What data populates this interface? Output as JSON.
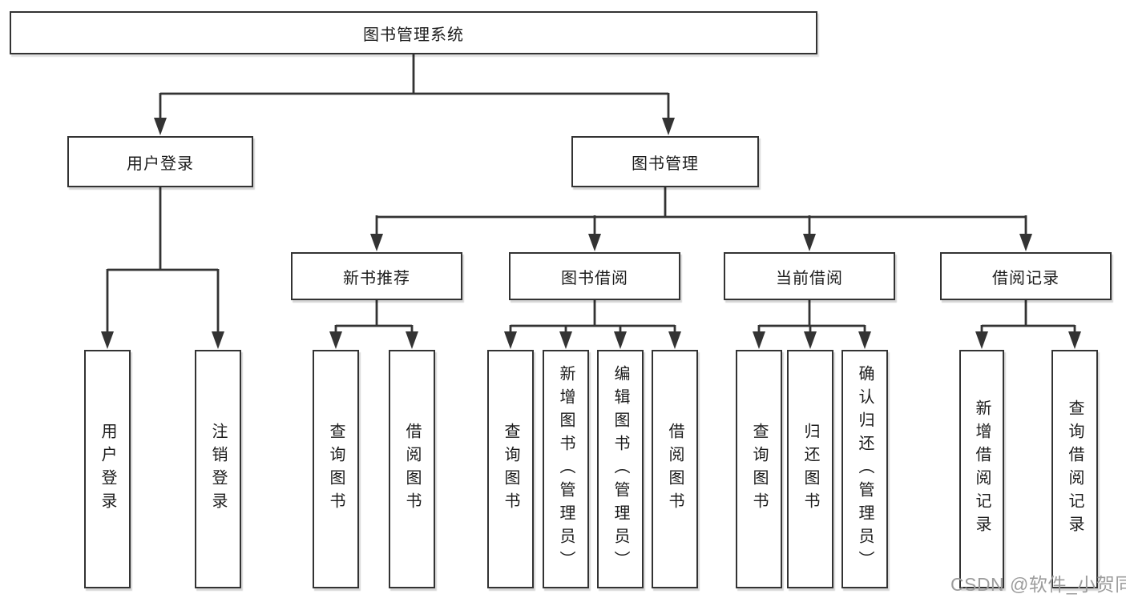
{
  "diagram_title": "图书管理系统",
  "tree": {
    "root": {
      "label": "图书管理系统"
    },
    "branches": [
      {
        "label": "用户登录",
        "children": [
          {
            "label": "用户登录"
          },
          {
            "label": "注销登录"
          }
        ]
      },
      {
        "label": "图书管理",
        "children": [
          {
            "label": "新书推荐",
            "children": [
              {
                "label": "查询图书"
              },
              {
                "label": "借阅图书"
              }
            ]
          },
          {
            "label": "图书借阅",
            "children": [
              {
                "label": "查询图书"
              },
              {
                "label": "新增图书（管理员）"
              },
              {
                "label": "编辑图书（管理员）"
              },
              {
                "label": "借阅图书"
              }
            ]
          },
          {
            "label": "当前借阅",
            "children": [
              {
                "label": "查询图书"
              },
              {
                "label": "归还图书"
              },
              {
                "label": "确认归还（管理员）"
              }
            ]
          },
          {
            "label": "借阅记录",
            "children": [
              {
                "label": "新增借阅记录"
              },
              {
                "label": "查询借阅记录"
              }
            ]
          }
        ]
      }
    ]
  },
  "watermark": "CSDN @软件_小贺同学",
  "colors": {
    "line": "#333333",
    "text": "#1c1c1c",
    "watermark": "#9c9c9c",
    "background": "#ffffff"
  }
}
